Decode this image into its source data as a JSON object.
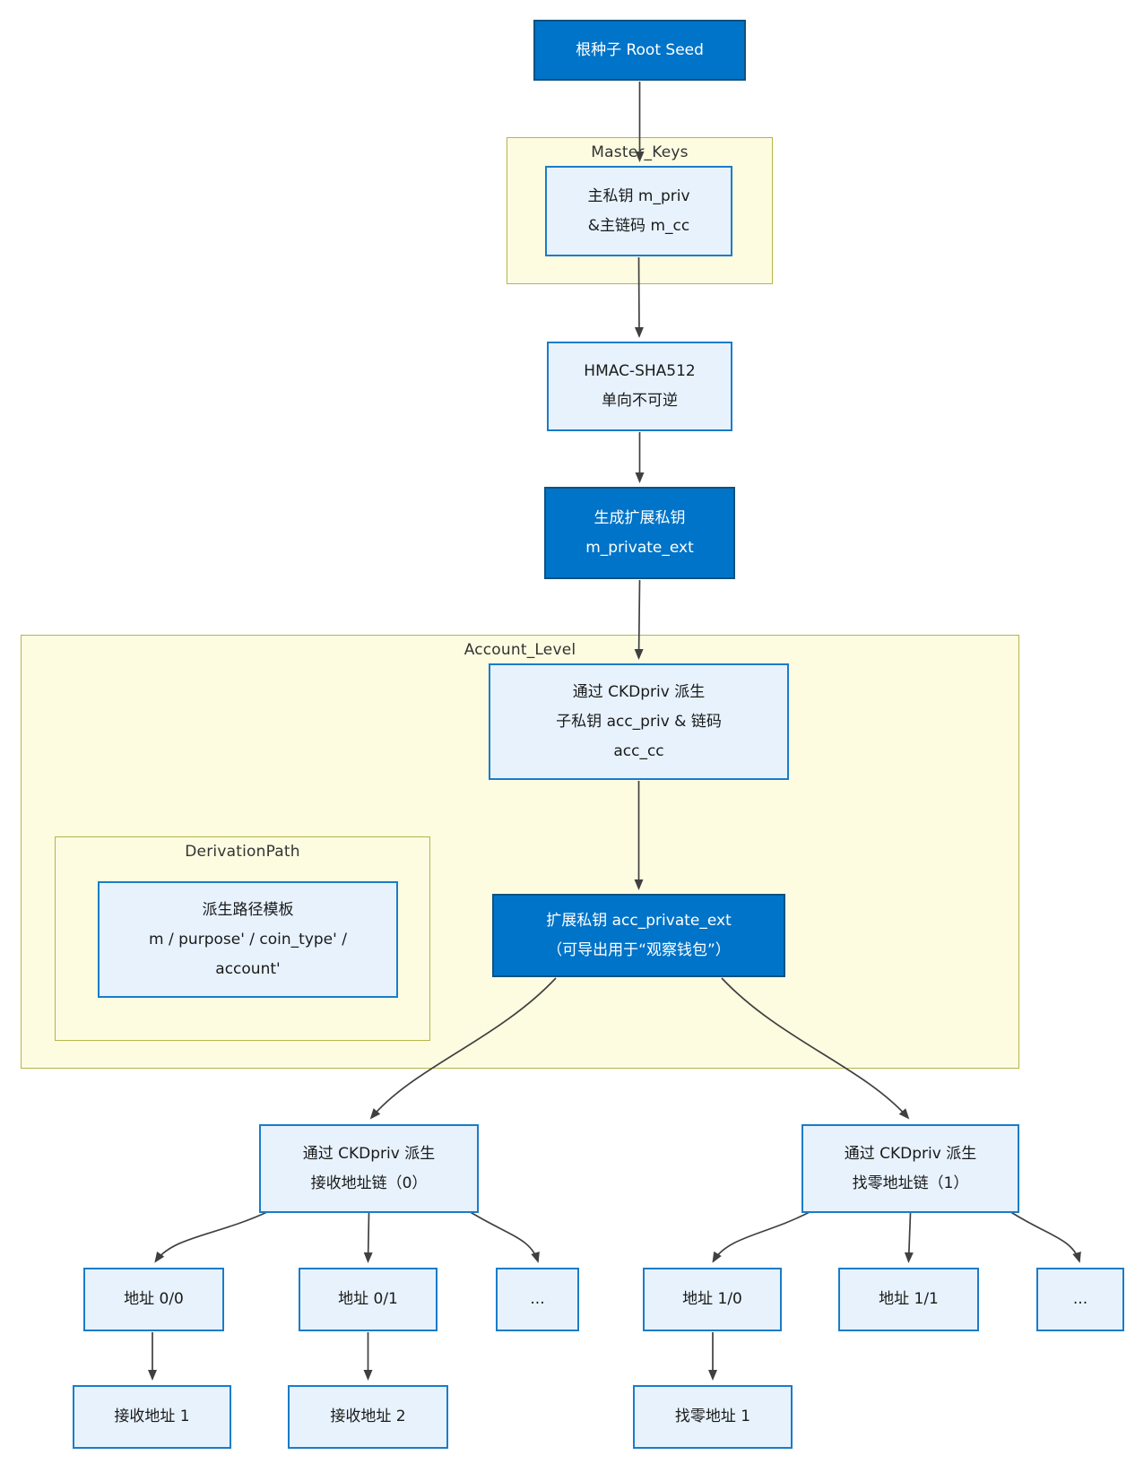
{
  "diagram": {
    "type": "flowchart",
    "clusters": {
      "master_keys": {
        "label": "Master_Keys"
      },
      "account_level": {
        "label": "Account_Level"
      },
      "derivation_path": {
        "label": "DerivationPath"
      }
    },
    "nodes": {
      "root_seed": {
        "line1": "根种子 Root Seed"
      },
      "master_priv": {
        "line1": "主私钥 m_priv",
        "line2": "&主链码 m_cc"
      },
      "hmac": {
        "line1": "HMAC-SHA512",
        "line2": "单向不可逆"
      },
      "m_private_ext": {
        "line1": "生成扩展私钥",
        "line2": "m_private_ext"
      },
      "ckd_account": {
        "line1": "通过 CKDpriv 派生",
        "line2": "子私钥 acc_priv & 链码",
        "line3": "acc_cc"
      },
      "path_template": {
        "line1": "派生路径模板",
        "line2": "m / purpose' / coin_type' /",
        "line3": "account'"
      },
      "acc_private_ext": {
        "line1": "扩展私钥 acc_private_ext",
        "line2": "（可导出用于“观察钱包”）"
      },
      "chain0": {
        "line1": "通过 CKDpriv 派生",
        "line2": "接收地址链（0）"
      },
      "chain1": {
        "line1": "通过 CKDpriv 派生",
        "line2": "找零地址链（1）"
      },
      "addr00": {
        "line1": "地址 0/0"
      },
      "addr01": {
        "line1": "地址 0/1"
      },
      "dots0": {
        "line1": "..."
      },
      "addr10": {
        "line1": "地址 1/0"
      },
      "addr11": {
        "line1": "地址 1/1"
      },
      "dots1": {
        "line1": "..."
      },
      "recv1": {
        "line1": "接收地址 1"
      },
      "recv2": {
        "line1": "接收地址 2"
      },
      "change1": {
        "line1": "找零地址 1"
      }
    },
    "colors": {
      "node_filled": "#0074c8",
      "node_filled_border": "#10527f",
      "node_light": "#e7f2fd",
      "node_light_border": "#1a7cc9",
      "cluster_fill": "#fdfce1",
      "cluster_border": "#b5b548",
      "edge": "#404040",
      "text_dark": "#1a1a1a",
      "text_light": "#ffffff"
    }
  }
}
